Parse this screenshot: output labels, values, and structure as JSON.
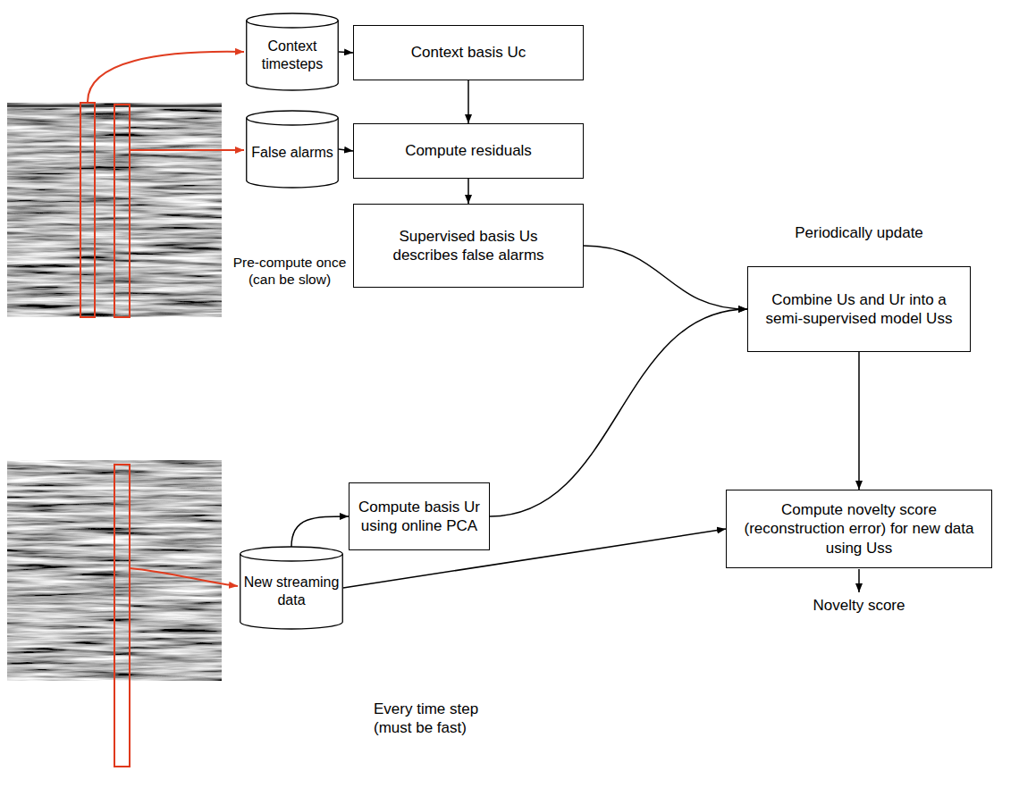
{
  "diagram": {
    "nodes": [
      {
        "text": [
          "Pre-compute once (can be slow)"
        ]
      },
      {
        "text": [
          "Context timesteps"
        ],
        "in": 0
      },
      {
        "text": [
          "Context basis Uc"
        ],
        "in": 0
      },
      {
        "text": [
          "False alarms"
        ],
        "in": 0
      },
      {
        "text": [
          "Compute residuals"
        ],
        "in": 0
      },
      {
        "text": [
          "Supervised basis Us describes false alarms"
        ],
        "in": 0
      },
      {
        "text": [
          "Periodically update"
        ]
      },
      {
        "text": [
          "Combine Us and Ur into a semi-supervised model Uss"
        ],
        "in": 6
      },
      {
        "text": [
          "Compute basis Ur using online PCA"
        ]
      },
      {
        "text": [
          "Every time step (must be fast)"
        ]
      },
      {
        "text": [
          "New streaming data"
        ],
        "in": 9
      },
      {
        "text": [
          "Compute novelty score (reconstruction error) for new data using Uss"
        ]
      }
    ],
    "edges": [
      {
        "from": 1,
        "to": 2,
        "arrow": "to"
      },
      {
        "from": 3,
        "to": 4,
        "arrow": "to"
      },
      {
        "from": 2,
        "to": 4,
        "arrow": "to"
      },
      {
        "from": 4,
        "to": 5,
        "arrow": "to"
      },
      {
        "from": 5,
        "to": 7,
        "arrow": "to"
      },
      {
        "from": 8,
        "to": 7,
        "arrow": "to"
      },
      {
        "from": 10,
        "to": 8,
        "arrow": "to"
      },
      {
        "from": 10,
        "to": 11,
        "arrow": "to"
      },
      {
        "from": 7,
        "to": 11,
        "arrow": "to"
      }
    ],
    "labels": [
      "Novelty score"
    ]
  }
}
